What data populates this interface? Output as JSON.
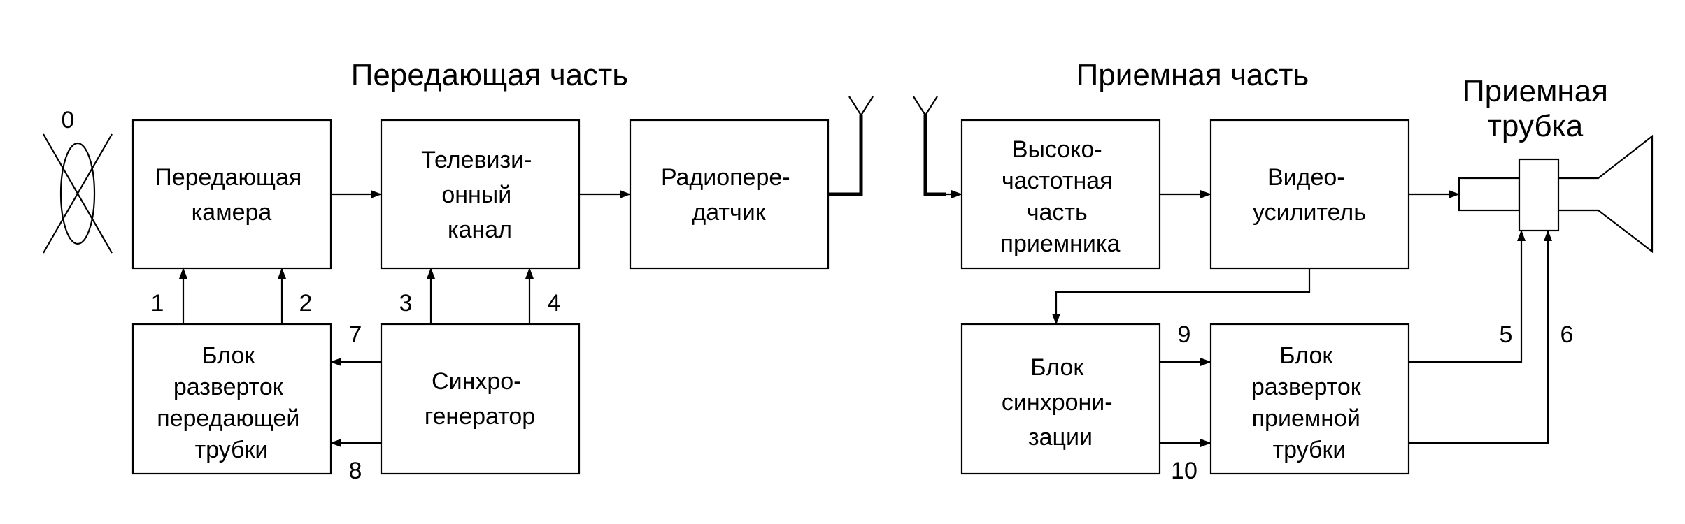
{
  "titles": {
    "transmit": "Передающая часть",
    "receive": "Приемная часть",
    "tube_line1": "Приемная",
    "tube_line2": "трубка"
  },
  "blocks": {
    "camera": [
      "Передающая",
      "камера"
    ],
    "tv_channel": [
      "Телевизи-",
      "онный",
      "канал"
    ],
    "transmitter": [
      "Радиопере-",
      "датчик"
    ],
    "tx_sweep": [
      "Блок",
      "разверток",
      "передающей",
      "трубки"
    ],
    "sync_gen": [
      "Синхро-",
      "генератор"
    ],
    "hf_receiver": [
      "Высоко-",
      "частотная",
      "часть",
      "приемника"
    ],
    "video_amp": [
      "Видео-",
      "усилитель"
    ],
    "sync_unit": [
      "Блок",
      "синхрони-",
      "зации"
    ],
    "rx_sweep": [
      "Блок",
      "разверток",
      "приемной",
      "трубки"
    ]
  },
  "labels": {
    "object": "0",
    "n1": "1",
    "n2": "2",
    "n3": "3",
    "n4": "4",
    "n5": "5",
    "n6": "6",
    "n7": "7",
    "n8": "8",
    "n9": "9",
    "n10": "10"
  }
}
